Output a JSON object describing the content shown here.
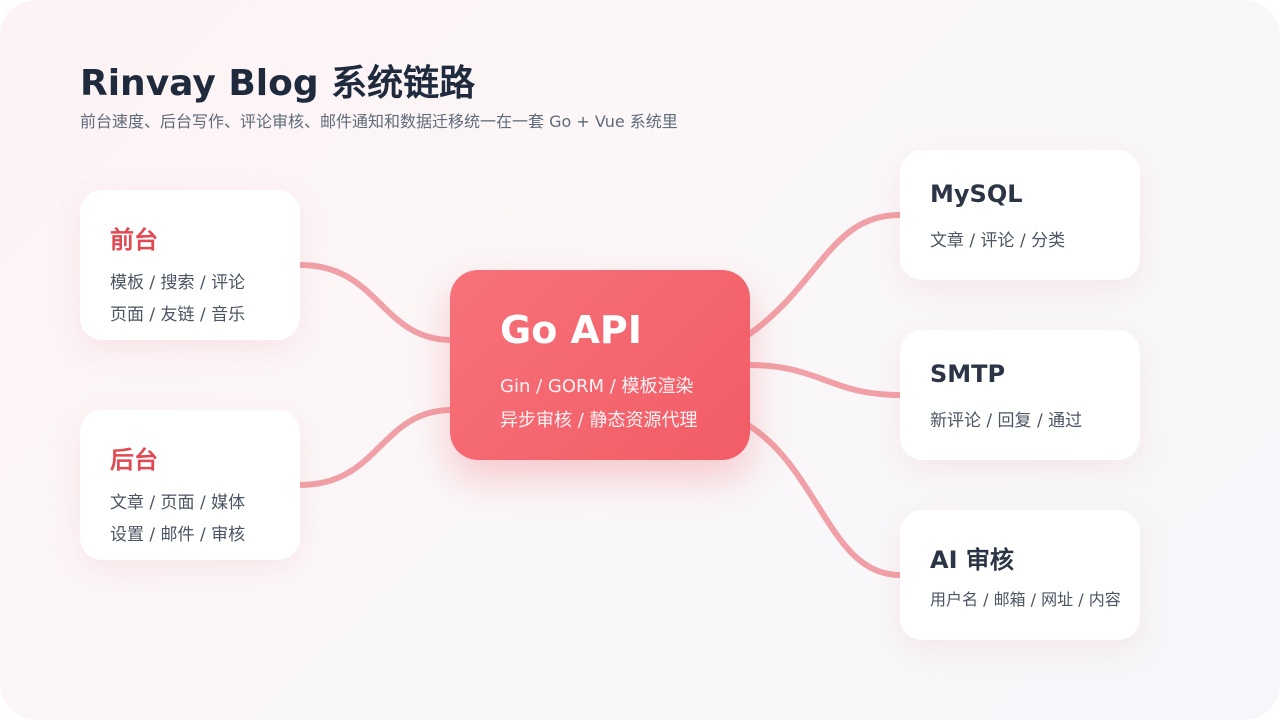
{
  "header": {
    "title": "Rinvay Blog 系统链路",
    "subtitle": "前台速度、后台写作、评论审核、邮件通知和数据迁移统一在一套 Go + Vue 系统里"
  },
  "center": {
    "title": "Go API",
    "lines": [
      "Gin / GORM / 模板渲染",
      "异步审核 / 静态资源代理"
    ]
  },
  "left_nodes": [
    {
      "title": "前台",
      "lines": [
        "模板 / 搜索 / 评论",
        "页面 / 友链 / 音乐"
      ]
    },
    {
      "title": "后台",
      "lines": [
        "文章 / 页面 / 媒体",
        "设置 / 邮件 / 审核"
      ]
    }
  ],
  "right_nodes": [
    {
      "title": "MySQL",
      "lines": [
        "文章 / 评论 / 分类"
      ]
    },
    {
      "title": "SMTP",
      "lines": [
        "新评论 / 回复 / 通过"
      ]
    },
    {
      "title": "AI 审核",
      "lines": [
        "用户名 / 邮箱 / 网址 / 内容"
      ]
    }
  ],
  "colors": {
    "accent": "#f25c66",
    "connector": "#f0a0a6",
    "left_title": "#e14a52",
    "right_title": "#2b3545"
  }
}
